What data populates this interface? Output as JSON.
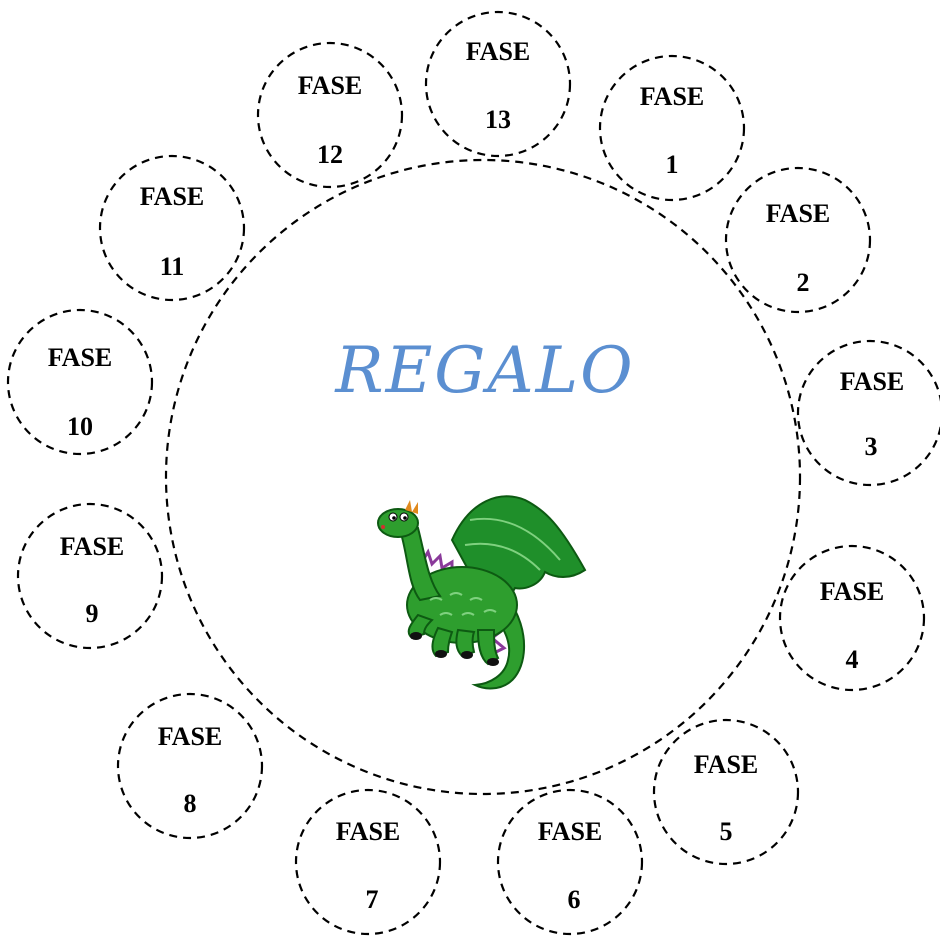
{
  "center": {
    "title": "REGALO",
    "title_color": "#5b8fd1",
    "illustration": "green-dragon-icon"
  },
  "phases": [
    {
      "label": "FASE",
      "number": "1"
    },
    {
      "label": "FASE",
      "number": "2"
    },
    {
      "label": "FASE",
      "number": "3"
    },
    {
      "label": "FASE",
      "number": "4"
    },
    {
      "label": "FASE",
      "number": "5"
    },
    {
      "label": "FASE",
      "number": "6"
    },
    {
      "label": "FASE",
      "number": "7"
    },
    {
      "label": "FASE",
      "number": "8"
    },
    {
      "label": "FASE",
      "number": "9"
    },
    {
      "label": "FASE",
      "number": "10"
    },
    {
      "label": "FASE",
      "number": "11"
    },
    {
      "label": "FASE",
      "number": "12"
    },
    {
      "label": "FASE",
      "number": "13"
    }
  ],
  "colors": {
    "stroke": "#000000",
    "dragon_body": "#2e9e2e",
    "dragon_wing": "#1f8f2a",
    "dragon_spikes": "#8a3a9a",
    "dragon_horn": "#e08a1e"
  }
}
